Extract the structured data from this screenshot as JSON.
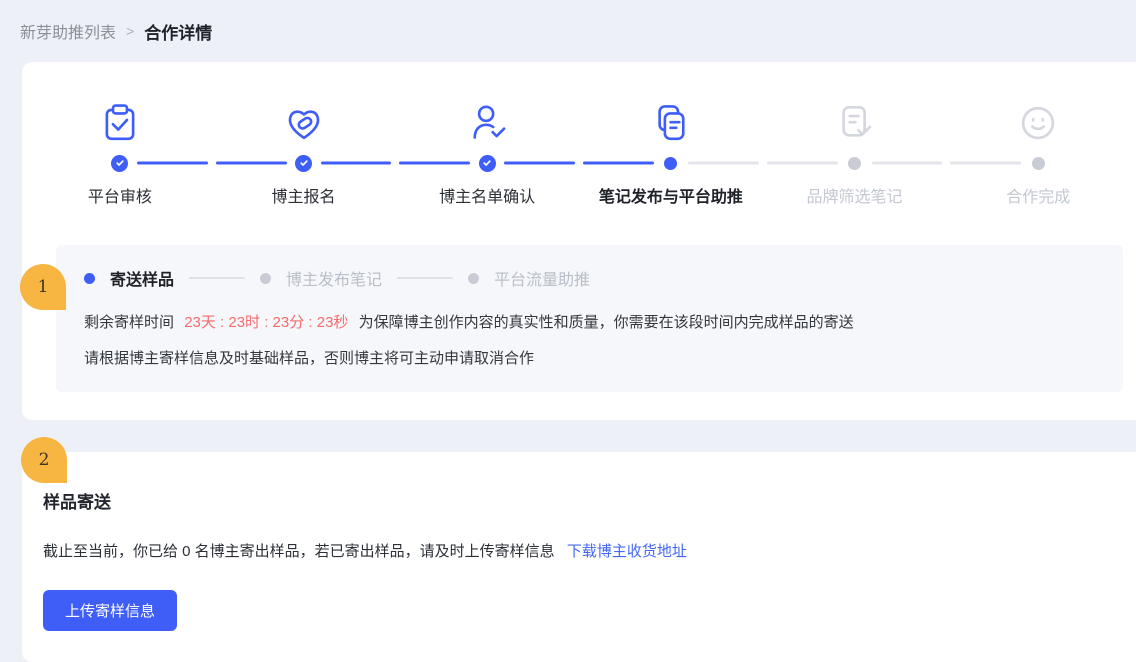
{
  "breadcrumb": {
    "parent": "新芽助推列表",
    "separator": ">",
    "current": "合作详情"
  },
  "stepper": {
    "steps": [
      {
        "label": "平台审核",
        "icon": "clipboard-check-icon",
        "state": "done"
      },
      {
        "label": "博主报名",
        "icon": "handshake-heart-icon",
        "state": "done"
      },
      {
        "label": "博主名单确认",
        "icon": "user-check-icon",
        "state": "done"
      },
      {
        "label": "笔记发布与平台助推",
        "icon": "notes-icon",
        "state": "current"
      },
      {
        "label": "品牌筛选笔记",
        "icon": "doc-check-icon",
        "state": "pending"
      },
      {
        "label": "合作完成",
        "icon": "smiley-icon",
        "state": "pending"
      }
    ]
  },
  "panel": {
    "badge": "1",
    "substeps": [
      {
        "label": "寄送样品",
        "state": "current"
      },
      {
        "label": "博主发布笔记",
        "state": "pending"
      },
      {
        "label": "平台流量助推",
        "state": "pending"
      }
    ],
    "countdown": {
      "label": "剩余寄样时间",
      "time": "23天 : 23时 : 23分 : 23秒",
      "suffix": "为保障博主创作内容的真实性和质量，你需要在该段时间内完成样品的寄送"
    },
    "note": "请根据博主寄样信息及时基础样品，否则博主将可主动申请取消合作"
  },
  "sample": {
    "badge": "2",
    "title": "样品寄送",
    "description": "截止至当前，你已给 0 名博主寄出样品，若已寄出样品，请及时上传寄样信息",
    "link": "下载博主收货地址",
    "button": "上传寄样信息"
  },
  "colors": {
    "accent_blue": "#3f5ef7",
    "countdown_red": "#f56c6c",
    "badge_yellow": "#f7b541",
    "page_background": "#eef0f8",
    "panel_background": "#f6f7fa",
    "inactive_gray": "#c9ccd4"
  }
}
